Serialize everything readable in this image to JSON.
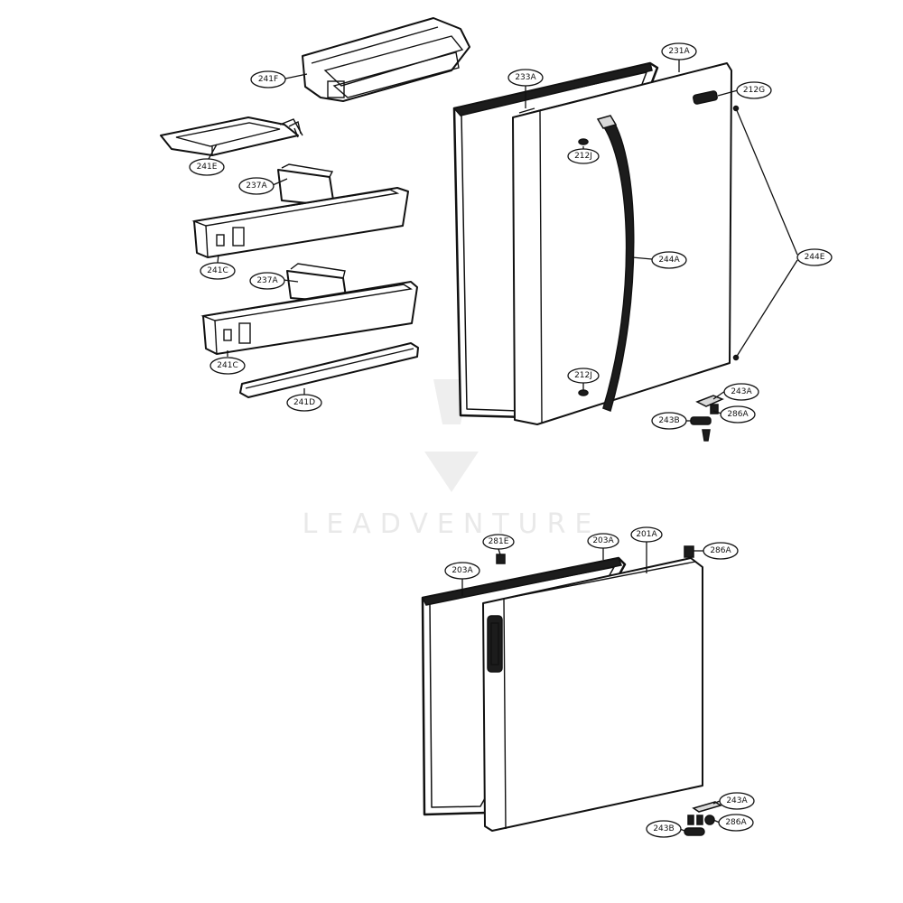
{
  "watermark": {
    "text": "LEADVENTURE"
  },
  "callouts": [
    {
      "id": "c-241f",
      "label": "241F"
    },
    {
      "id": "c-241e",
      "label": "241E"
    },
    {
      "id": "c-237a1",
      "label": "237A"
    },
    {
      "id": "c-241c1",
      "label": "241C"
    },
    {
      "id": "c-237a2",
      "label": "237A"
    },
    {
      "id": "c-241c2",
      "label": "241C"
    },
    {
      "id": "c-241d",
      "label": "241D"
    },
    {
      "id": "c-233a",
      "label": "233A"
    },
    {
      "id": "c-231a",
      "label": "231A"
    },
    {
      "id": "c-212g",
      "label": "212G"
    },
    {
      "id": "c-212j1",
      "label": "212J"
    },
    {
      "id": "c-244a",
      "label": "244A"
    },
    {
      "id": "c-244e",
      "label": "244E"
    },
    {
      "id": "c-212j2",
      "label": "212J"
    },
    {
      "id": "c-243a1",
      "label": "243A"
    },
    {
      "id": "c-243b1",
      "label": "243B"
    },
    {
      "id": "c-286a1",
      "label": "286A"
    },
    {
      "id": "c-281e",
      "label": "281E"
    },
    {
      "id": "c-203a1",
      "label": "203A"
    },
    {
      "id": "c-203a2",
      "label": "203A"
    },
    {
      "id": "c-201a",
      "label": "201A"
    },
    {
      "id": "c-286a2",
      "label": "286A"
    },
    {
      "id": "c-243a2",
      "label": "243A"
    },
    {
      "id": "c-243b2",
      "label": "243B"
    },
    {
      "id": "c-286a3",
      "label": "286A"
    }
  ]
}
